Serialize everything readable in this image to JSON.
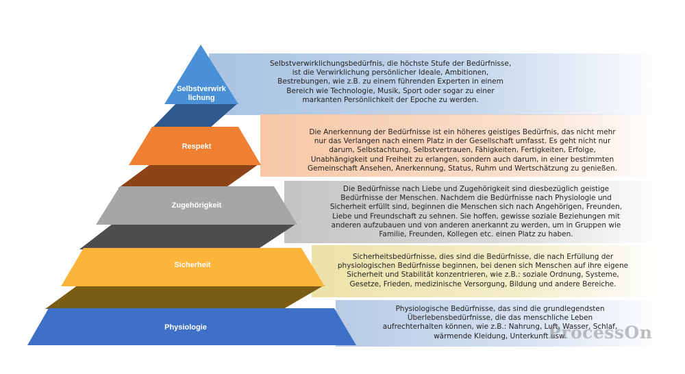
{
  "colors": {
    "tier1": "#4a90d6",
    "tier2": "#ef7f31",
    "tier3": "#a6a6a6",
    "tier4": "#fbb53b",
    "tier5": "#3f70c7",
    "band1": "#a9c3e2",
    "band2": "#f7c7a6",
    "band3": "#c4c4c4",
    "band4": "#ece2a8",
    "band5": "#b7cbe6"
  },
  "tiers": [
    {
      "label_lines": [
        "Selbstverwirk",
        "lichung"
      ],
      "description_lines": [
        "Selbstverwirklichungsbedürfnis, die höchste Stufe der Bedürfnisse,",
        "ist die Verwirklichung persönlicher Ideale, Ambitionen,",
        "Bestrebungen, wie z.B. zu einem führenden Experten in einem",
        "Bereich wie Technologie, Musik, Sport oder sogar zu einer",
        "markanten Persönlichkeit der Epoche zu werden."
      ]
    },
    {
      "label_lines": [
        "Respekt"
      ],
      "description_lines": [
        "Die Anerkennung der Bedürfnisse ist ein höheres geistiges Bedürfnis, das nicht mehr",
        "nur das Verlangen nach einem Platz in der Gesellschaft umfasst. Es geht nicht nur",
        "darum, Selbstachtung, Selbstvertrauen, Fähigkeiten, Fertigkeiten, Erfolge,",
        "Unabhängigkeit und Freiheit zu erlangen, sondern auch darum, in einer bestimmten",
        "Gemeinschaft Ansehen, Anerkennung, Status, Ruhm und Wertschätzung zu genießen."
      ]
    },
    {
      "label_lines": [
        "Zugehörigkeit"
      ],
      "description_lines": [
        "Die Bedürfnisse nach Liebe und Zugehörigkeit sind diesbezüglich geistige",
        "Bedürfnisse der Menschen. Nachdem die Bedürfnisse nach Physiologie und",
        "Sicherheit erfüllt sind, beginnen die Menschen sich nach Angehörigen, Freunden,",
        "Liebe und Freundschaft zu sehnen. Sie hoffen, gewisse soziale Beziehungen mit",
        "anderen aufzubauen und von anderen anerkannt zu werden, um in Gruppen wie",
        "Familie, Freunden, Kollegen etc. einen Platz zu haben."
      ]
    },
    {
      "label_lines": [
        "Sicherheit"
      ],
      "description_lines": [
        "Sicherheitsbedürfnisse, dies sind die Bedürfnisse, die nach Erfüllung der",
        "physiologischen Bedürfnisse beginnen, bei denen sich Menschen auf ihre eigene",
        "Sicherheit und Stabilität konzentrieren, wie z.B.: soziale Ordnung, Systeme,",
        "Gesetze, Frieden, medizinische Versorgung, Bildung und andere Bereiche."
      ]
    },
    {
      "label_lines": [
        "Physiologie"
      ],
      "description_lines": [
        "Physiologische Bedürfnisse, das sind die grundlegendsten",
        "Überlebensbedürfnisse, die das menschliche Leben",
        "aufrechterhalten können, wie z.B.: Nahrung, Luft, Wasser, Schlaf,",
        "wärmende Kleidung, Unterkunft usw."
      ]
    }
  ],
  "watermark": "ProcessOn"
}
